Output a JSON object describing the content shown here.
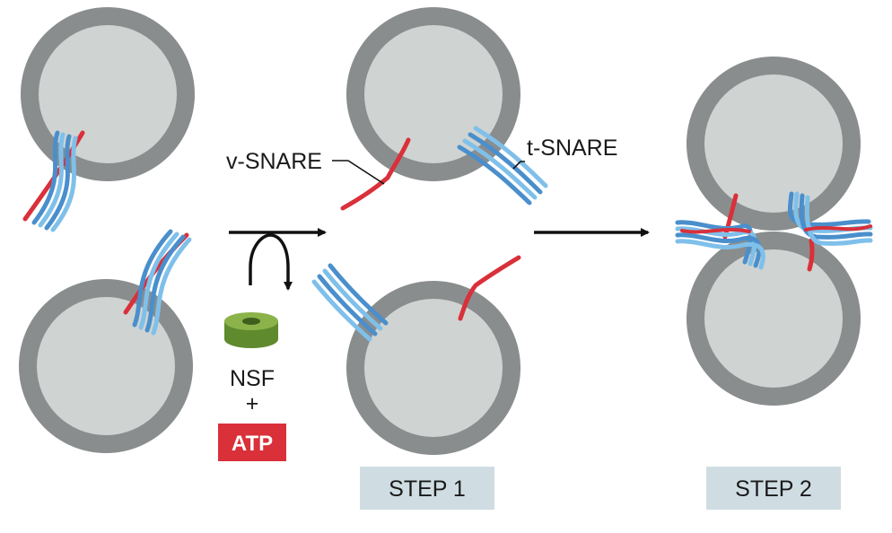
{
  "labels": {
    "v_snare": "v-SNARE",
    "t_snare": "t-SNARE",
    "nsf": "NSF",
    "plus": "+",
    "atp": "ATP",
    "step1": "STEP 1",
    "step2": "STEP 2"
  },
  "colors": {
    "membrane": "#8a8d8d",
    "lumen": "#cfd3d1",
    "v_snare": "#d9303a",
    "t_snare_dark": "#4a8fcc",
    "t_snare_light": "#7fc0ea",
    "atp_box": "#d9303a",
    "step_box": "#cfdde3",
    "nsf_top": "#8bb34a",
    "nsf_side": "#5f8a2d"
  }
}
